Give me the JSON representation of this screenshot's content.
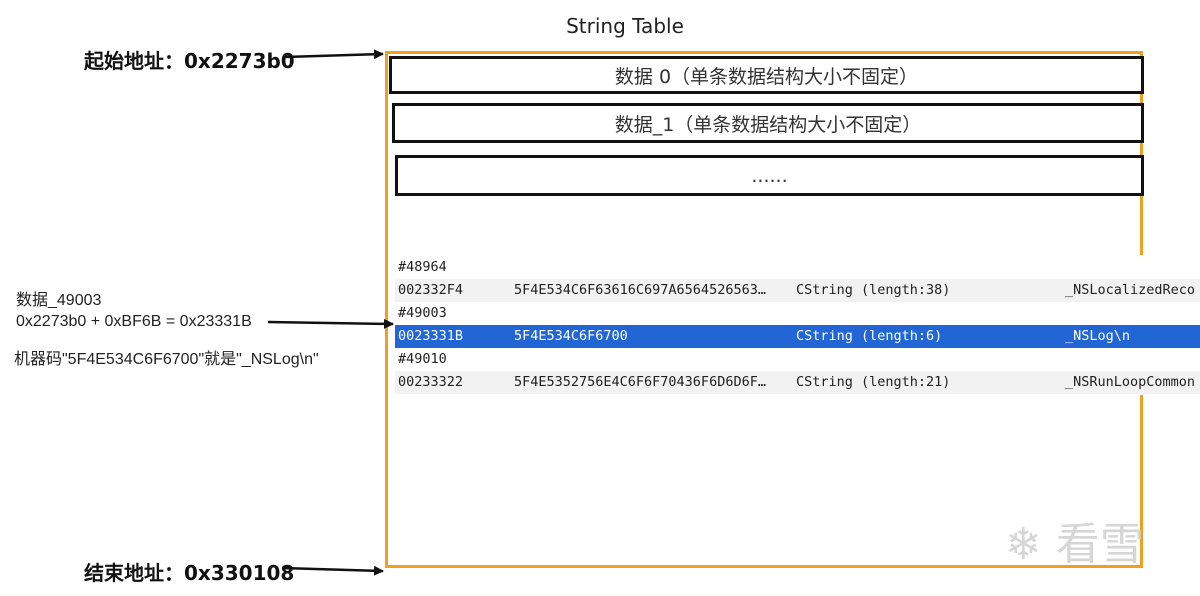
{
  "title": "String Table",
  "start_address": "起始地址：0x2273b0",
  "end_address": "结束地址：0x330108",
  "data_blocks": [
    "数据  0（单条数据结构大小不固定）",
    "数据_1（单条数据结构大小不固定）",
    "......"
  ],
  "notes": {
    "line1": "数据_49003",
    "line2": "0x2273b0 + 0xBF6B = 0x23331B",
    "line3": "机器码\"5F4E534C6F6700\"就是\"_NSLog\\n\""
  },
  "table": {
    "rows": [
      {
        "index": "#48964"
      },
      {
        "address": "002332F4",
        "hex": "5F4E534C6F63616C697A6564526563…",
        "type": "CString (length:38)",
        "value": "_NSLocalizedReco"
      },
      {
        "index": "#49003"
      },
      {
        "address": "0023331B",
        "hex": "5F4E534C6F6700",
        "type": "CString (length:6)",
        "value": "_NSLog\\n"
      },
      {
        "index": "#49010"
      },
      {
        "address": "00233322",
        "hex": "5F4E5352756E4C6F6F70436F6D6D6F…",
        "type": "CString (length:21)",
        "value": "_NSRunLoopCommon"
      }
    ]
  },
  "watermark": "看雪",
  "colors": {
    "frame": "#f0a020",
    "selected_row": "#2266d6",
    "alt_row": "#f2f2f2"
  }
}
